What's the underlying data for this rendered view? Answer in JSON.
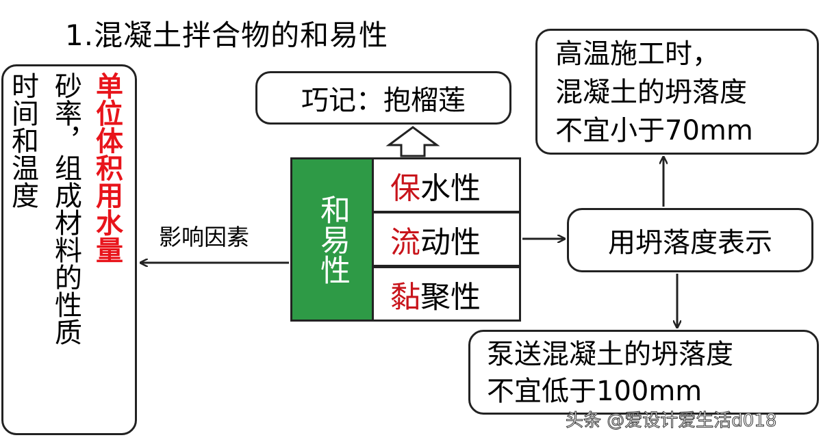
{
  "title": "1.混凝土拌合物的和易性",
  "factors": {
    "col1": "时间和温度",
    "col2": "砂率，组成材料的性质",
    "col3": "单位体积用水量"
  },
  "influence_label": "影响因素",
  "center": {
    "green_label": "和易性",
    "properties": [
      {
        "first": "保",
        "rest": "水性"
      },
      {
        "first": "流",
        "rest": "动性"
      },
      {
        "first": "黏",
        "rest": "聚性"
      }
    ]
  },
  "mnemonic": "巧记：抱榴莲",
  "slump": "用坍落度表示",
  "hot_weather": {
    "line1": "高温施工时，",
    "line2": "混凝土的坍落度",
    "line3": "不宜小于70mm"
  },
  "pump": {
    "line1": "泵送混凝土的坍落度",
    "line2": "不宜低于100mm"
  },
  "watermark": "头条 @爱设计爱生活d018",
  "colors": {
    "green": "#2e9a46",
    "red": "#e8141b"
  }
}
